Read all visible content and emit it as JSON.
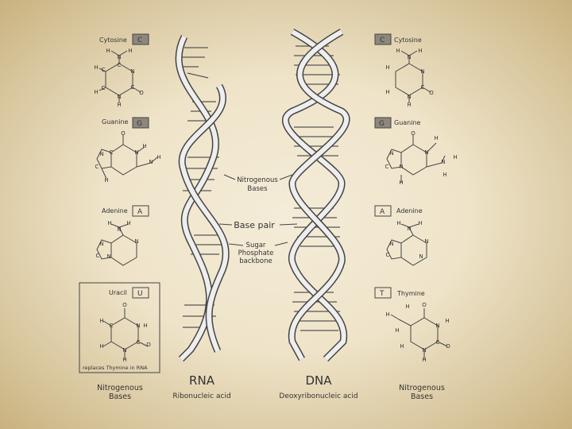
{
  "left_bases": {
    "cytosine": {
      "name": "Cytosine",
      "letter": "C"
    },
    "guanine": {
      "name": "Guanine",
      "letter": "G"
    },
    "adenine": {
      "name": "Adenine",
      "letter": "A"
    },
    "uracil": {
      "name": "Uracil",
      "letter": "U",
      "note": "replaces Thymine in RNA"
    },
    "footer": [
      "Nitrogenous",
      "Bases"
    ]
  },
  "right_bases": {
    "cytosine": {
      "name": "Cytosine",
      "letter": "C"
    },
    "guanine": {
      "name": "Guanine",
      "letter": "G"
    },
    "adenine": {
      "name": "Adenine",
      "letter": "A"
    },
    "thymine": {
      "name": "Thymine",
      "letter": "T"
    },
    "footer": [
      "Nitrogenous",
      "Bases"
    ]
  },
  "center_labels": {
    "nitrogenous_bases": [
      "Nitrogenous",
      "Bases"
    ],
    "base_pair": "Base pair",
    "sugar_phosphate": [
      "Sugar",
      "Phosphate",
      "backbone"
    ]
  },
  "rna": {
    "title": "RNA",
    "subtitle": "Ribonucleic acid"
  },
  "dna": {
    "title": "DNA",
    "subtitle": "Deoxyribonucleic acid"
  },
  "atoms": {
    "H": "H",
    "N": "N",
    "C": "C",
    "O": "O"
  }
}
